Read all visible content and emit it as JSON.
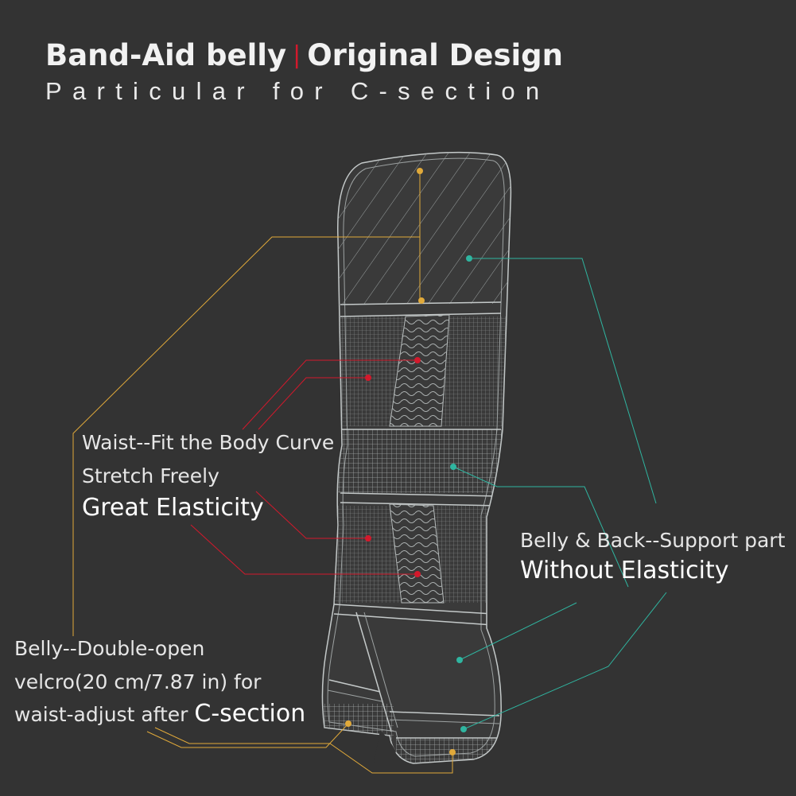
{
  "header": {
    "title_left": "Band-Aid belly",
    "separator": "|",
    "title_right": "Original Design",
    "subtitle": "Particular for C-section"
  },
  "callouts": {
    "waist": {
      "line1": "Waist--Fit the Body Curve",
      "line2": "Stretch Freely",
      "emphasis": "Great Elasticity"
    },
    "support": {
      "line1": "Belly & Back--Support part",
      "emphasis": "Without Elasticity"
    },
    "velcro": {
      "line1": "Belly--Double-open",
      "line2": "velcro(20 cm/7.87 in) for",
      "line3_prefix": "waist-adjust after ",
      "line3_emphasis": "C-section"
    }
  },
  "colors": {
    "background": "#333333",
    "accent_red": "#d3192c",
    "line_yellow": "#e0a93a",
    "line_teal": "#2fb5a0",
    "outline": "#bfc4c4"
  }
}
